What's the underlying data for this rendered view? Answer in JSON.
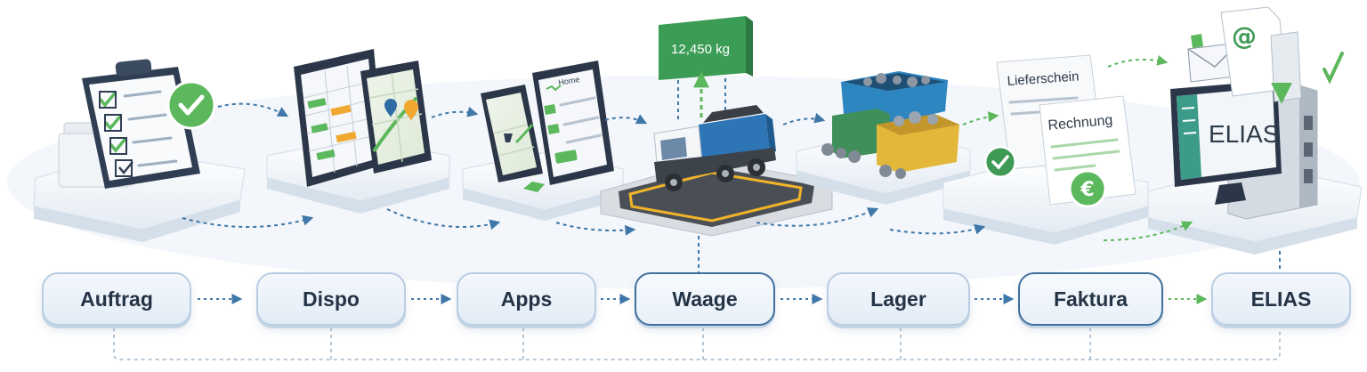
{
  "steps": [
    {
      "label": "Auftrag"
    },
    {
      "label": "Dispo"
    },
    {
      "label": "Apps"
    },
    {
      "label": "Waage"
    },
    {
      "label": "Lager"
    },
    {
      "label": "Faktura"
    },
    {
      "label": "ELIAS"
    }
  ],
  "scale_display": {
    "value": "12,450 kg"
  },
  "documents": {
    "delivery_note": "Lieferschein",
    "invoice": "Rechnung"
  },
  "monitor": {
    "text": "ELIAS"
  },
  "tablet_app": {
    "header": "Home"
  },
  "colors": {
    "accent_green": "#5cb85c",
    "step_border": "#b9cde2",
    "active_border": "#3f6f9f",
    "arrow_blue": "#3f77a8",
    "text_dark": "#243446"
  },
  "icons": [
    "clipboard-icon",
    "checkmark-badge-icon",
    "tablet-icon",
    "smartphone-icon",
    "map-pin-icon",
    "truck-icon",
    "container-icon",
    "weighbridge-icon",
    "euro-coin-icon",
    "envelope-icon",
    "at-sign-icon",
    "monitor-icon",
    "server-icon"
  ]
}
